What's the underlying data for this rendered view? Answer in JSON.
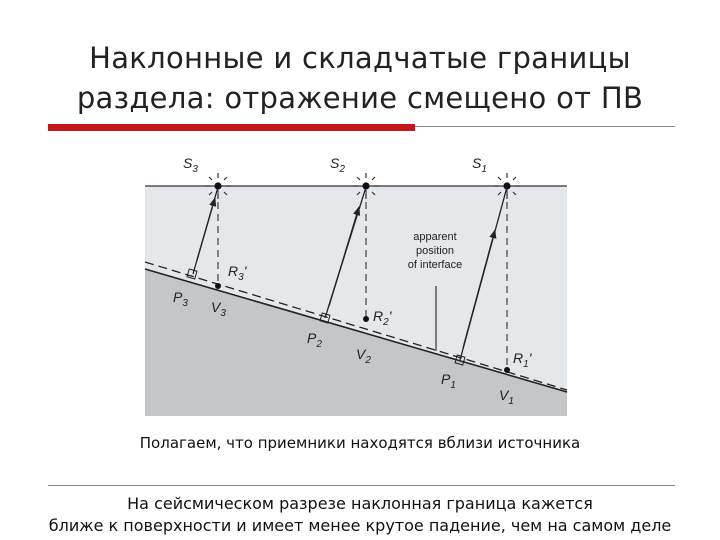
{
  "slide": {
    "title_line1": "Наклонные и складчатые границы",
    "title_line2": "раздела: отражение смещено от ПВ",
    "caption": "Полагаем, что приемники находятся вблизи источника",
    "conclusion_line1": "На сейсмическом разрезе наклонная граница кажется",
    "conclusion_line2": "ближе к поверхности и имеет менее крутое падение, чем на самом деле"
  },
  "figure": {
    "annotation": [
      "apparent",
      "position",
      "of interface"
    ],
    "sources": [
      {
        "label": "S",
        "sub": "3"
      },
      {
        "label": "S",
        "sub": "2"
      },
      {
        "label": "S",
        "sub": "1"
      }
    ],
    "reflection_points": [
      {
        "label": "P",
        "sub": "3"
      },
      {
        "label": "P",
        "sub": "2"
      },
      {
        "label": "P",
        "sub": "1"
      }
    ],
    "vertical_points": [
      {
        "label": "V",
        "sub": "3"
      },
      {
        "label": "V",
        "sub": "2"
      },
      {
        "label": "V",
        "sub": "1"
      }
    ],
    "apparent_points": [
      {
        "label": "R",
        "sub": "3",
        "mark": "'"
      },
      {
        "label": "R",
        "sub": "2",
        "mark": "'"
      },
      {
        "label": "R",
        "sub": "1",
        "mark": "'"
      }
    ],
    "colors": {
      "panel_background": "#e4e8ea",
      "layer_fill": "#c4c6c8",
      "lines": "#222222",
      "accent_rule": "#c4161c"
    }
  }
}
